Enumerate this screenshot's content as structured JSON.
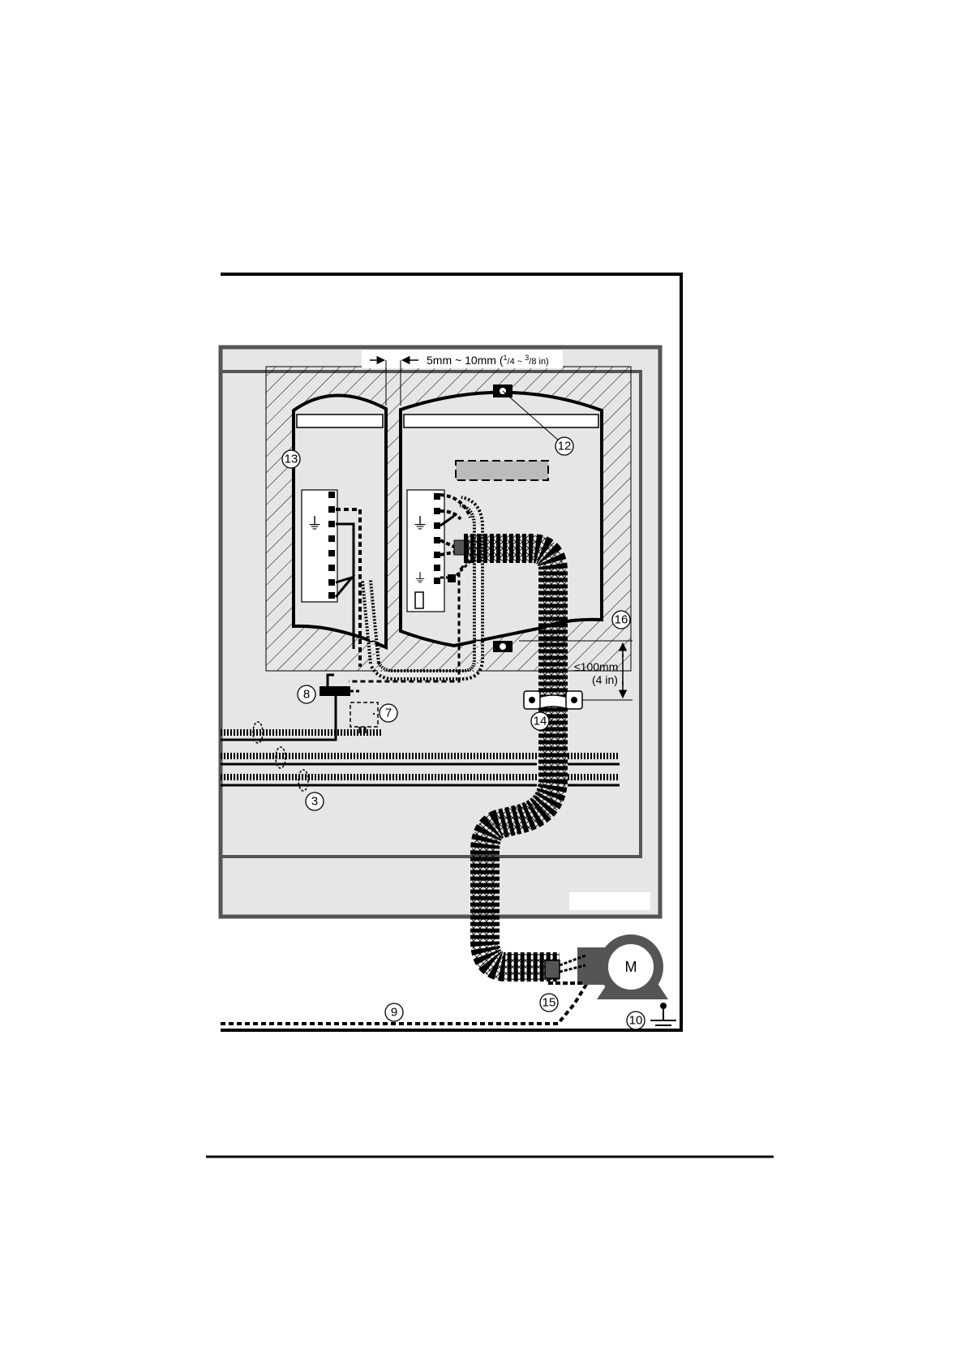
{
  "diagram": {
    "spacing_label": "5mm ~ 10mm (",
    "spacing_frac1_num": "1",
    "spacing_frac1_den": "/4 ~ ",
    "spacing_frac2_num": "3",
    "spacing_frac2_den": "/8 in)",
    "distance_label_1": "≤100mm",
    "distance_label_2": "(4 in)",
    "motor_label": "M",
    "callouts": [
      "3",
      "7",
      "8",
      "9",
      "10",
      "12",
      "13",
      "14",
      "15",
      "16"
    ],
    "colors": {
      "panel_fill": "#e6e6e6",
      "cable_fill": "#ffffff",
      "line": "#000000",
      "frame_gray": "#555555",
      "motor_fill": "#555555"
    }
  }
}
